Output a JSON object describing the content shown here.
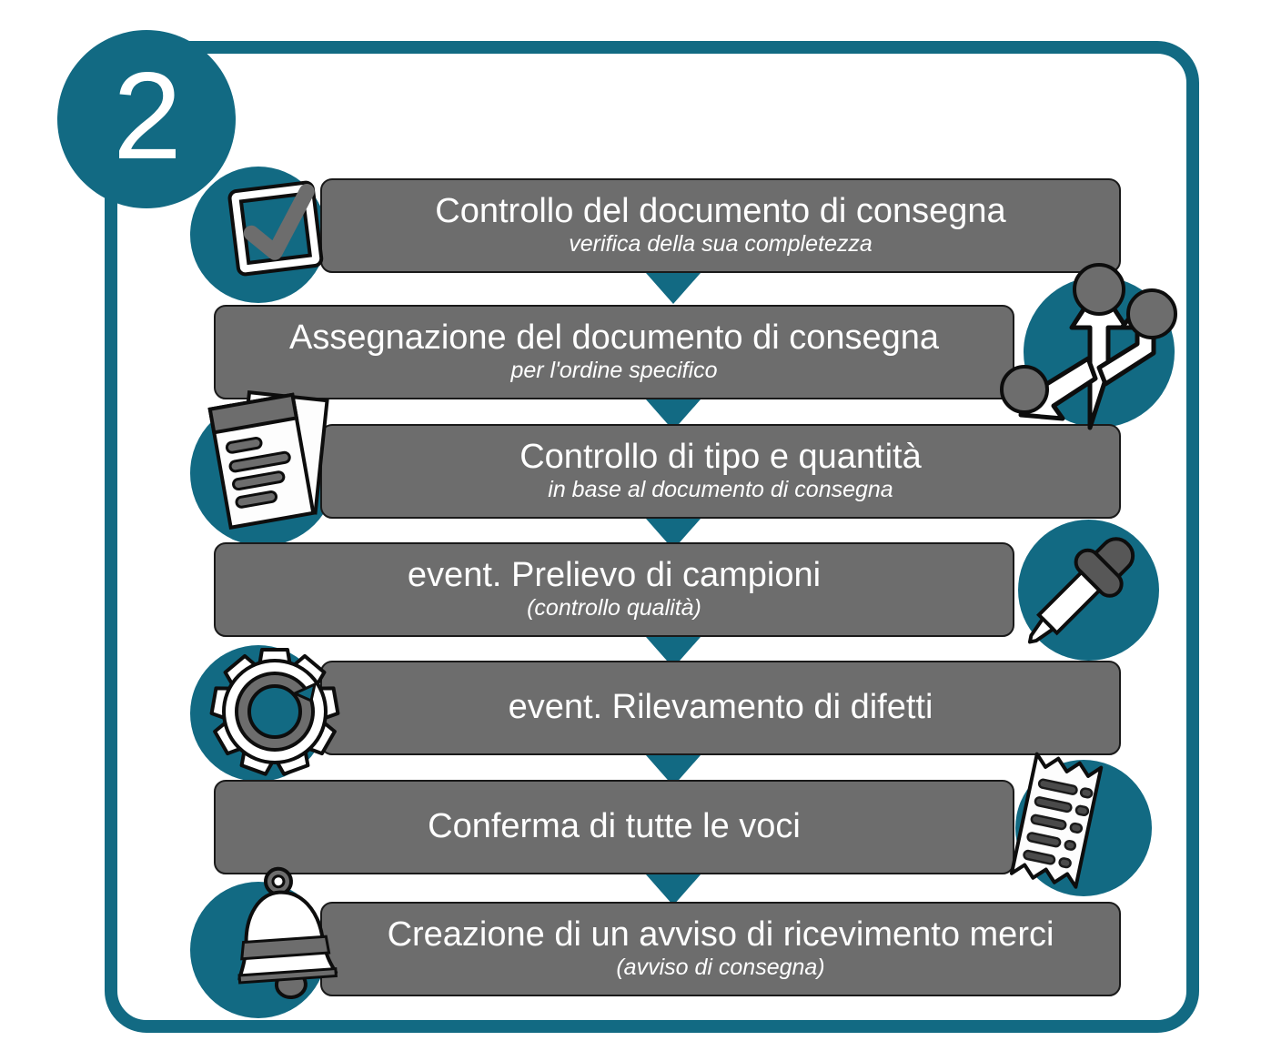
{
  "diagram": {
    "step_number": "2",
    "accent_color": "#126a83",
    "bar_color": "#6d6d6d",
    "text_color": "#ffffff",
    "outline_color": "#1a1a1a",
    "steps": [
      {
        "title": "Controllo del documento di consegna",
        "subtitle": "verifica della sua completezza",
        "icon": "checkbox-checked-icon",
        "icon_side": "left"
      },
      {
        "title": "Assegnazione del documento di consegna",
        "subtitle": "per l'ordine specifico",
        "icon": "branching-arrows-icon",
        "icon_side": "right"
      },
      {
        "title": "Controllo di tipo e quantità",
        "subtitle": "in base al documento di consegna",
        "icon": "documents-stack-icon",
        "icon_side": "left"
      },
      {
        "title": "event. Prelievo di campioni",
        "subtitle": "(controllo qualità)",
        "icon": "pipette-icon",
        "icon_side": "right"
      },
      {
        "title": "event. Rilevamento di difetti",
        "subtitle": "",
        "icon": "gear-icon",
        "icon_side": "left"
      },
      {
        "title": "Conferma di tutte le voci",
        "subtitle": "",
        "icon": "receipt-icon",
        "icon_side": "right"
      },
      {
        "title": "Creazione di un avviso di ricevimento merci",
        "subtitle": "(avviso di consegna)",
        "icon": "bell-icon",
        "icon_side": "left"
      }
    ]
  }
}
